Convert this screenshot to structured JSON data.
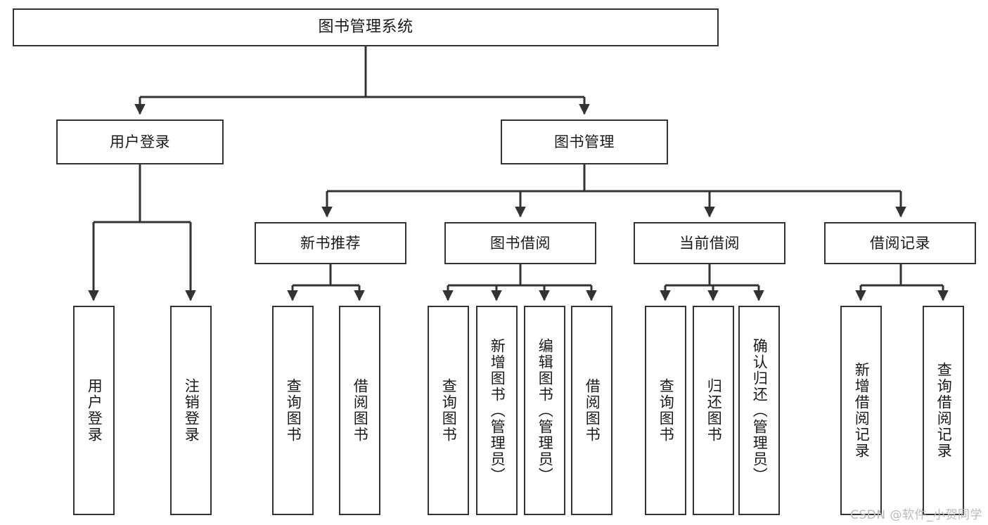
{
  "diagram": {
    "type": "tree",
    "title": "图书管理系统",
    "watermark": "CSDN @软件_小贺同学",
    "colors": {
      "background": "#ffffff",
      "stroke": "#333333",
      "text": "#1a1a1a",
      "watermark": "#b9b9b9"
    },
    "nodes": {
      "root": {
        "label": "图书管理系统"
      },
      "level2": [
        {
          "label": "用户登录"
        },
        {
          "label": "图书管理"
        }
      ],
      "level3": [
        {
          "label": "新书推荐"
        },
        {
          "label": "图书借阅"
        },
        {
          "label": "当前借阅"
        },
        {
          "label": "借阅记录"
        }
      ],
      "leaves": [
        {
          "label": "用户登录",
          "parent": "用户登录"
        },
        {
          "label": "注销登录",
          "parent": "用户登录"
        },
        {
          "label": "查询图书",
          "parent": "新书推荐"
        },
        {
          "label": "借阅图书",
          "parent": "新书推荐"
        },
        {
          "label": "查询图书",
          "parent": "图书借阅"
        },
        {
          "label": "新增图书（管理员）",
          "parent": "图书借阅"
        },
        {
          "label": "编辑图书（管理员）",
          "parent": "图书借阅"
        },
        {
          "label": "借阅图书",
          "parent": "图书借阅"
        },
        {
          "label": "查询图书",
          "parent": "当前借阅"
        },
        {
          "label": "归还图书",
          "parent": "当前借阅"
        },
        {
          "label": "确认归还（管理员）",
          "parent": "当前借阅"
        },
        {
          "label": "新增借阅记录",
          "parent": "借阅记录"
        },
        {
          "label": "查询借阅记录",
          "parent": "借阅记录"
        }
      ]
    }
  }
}
